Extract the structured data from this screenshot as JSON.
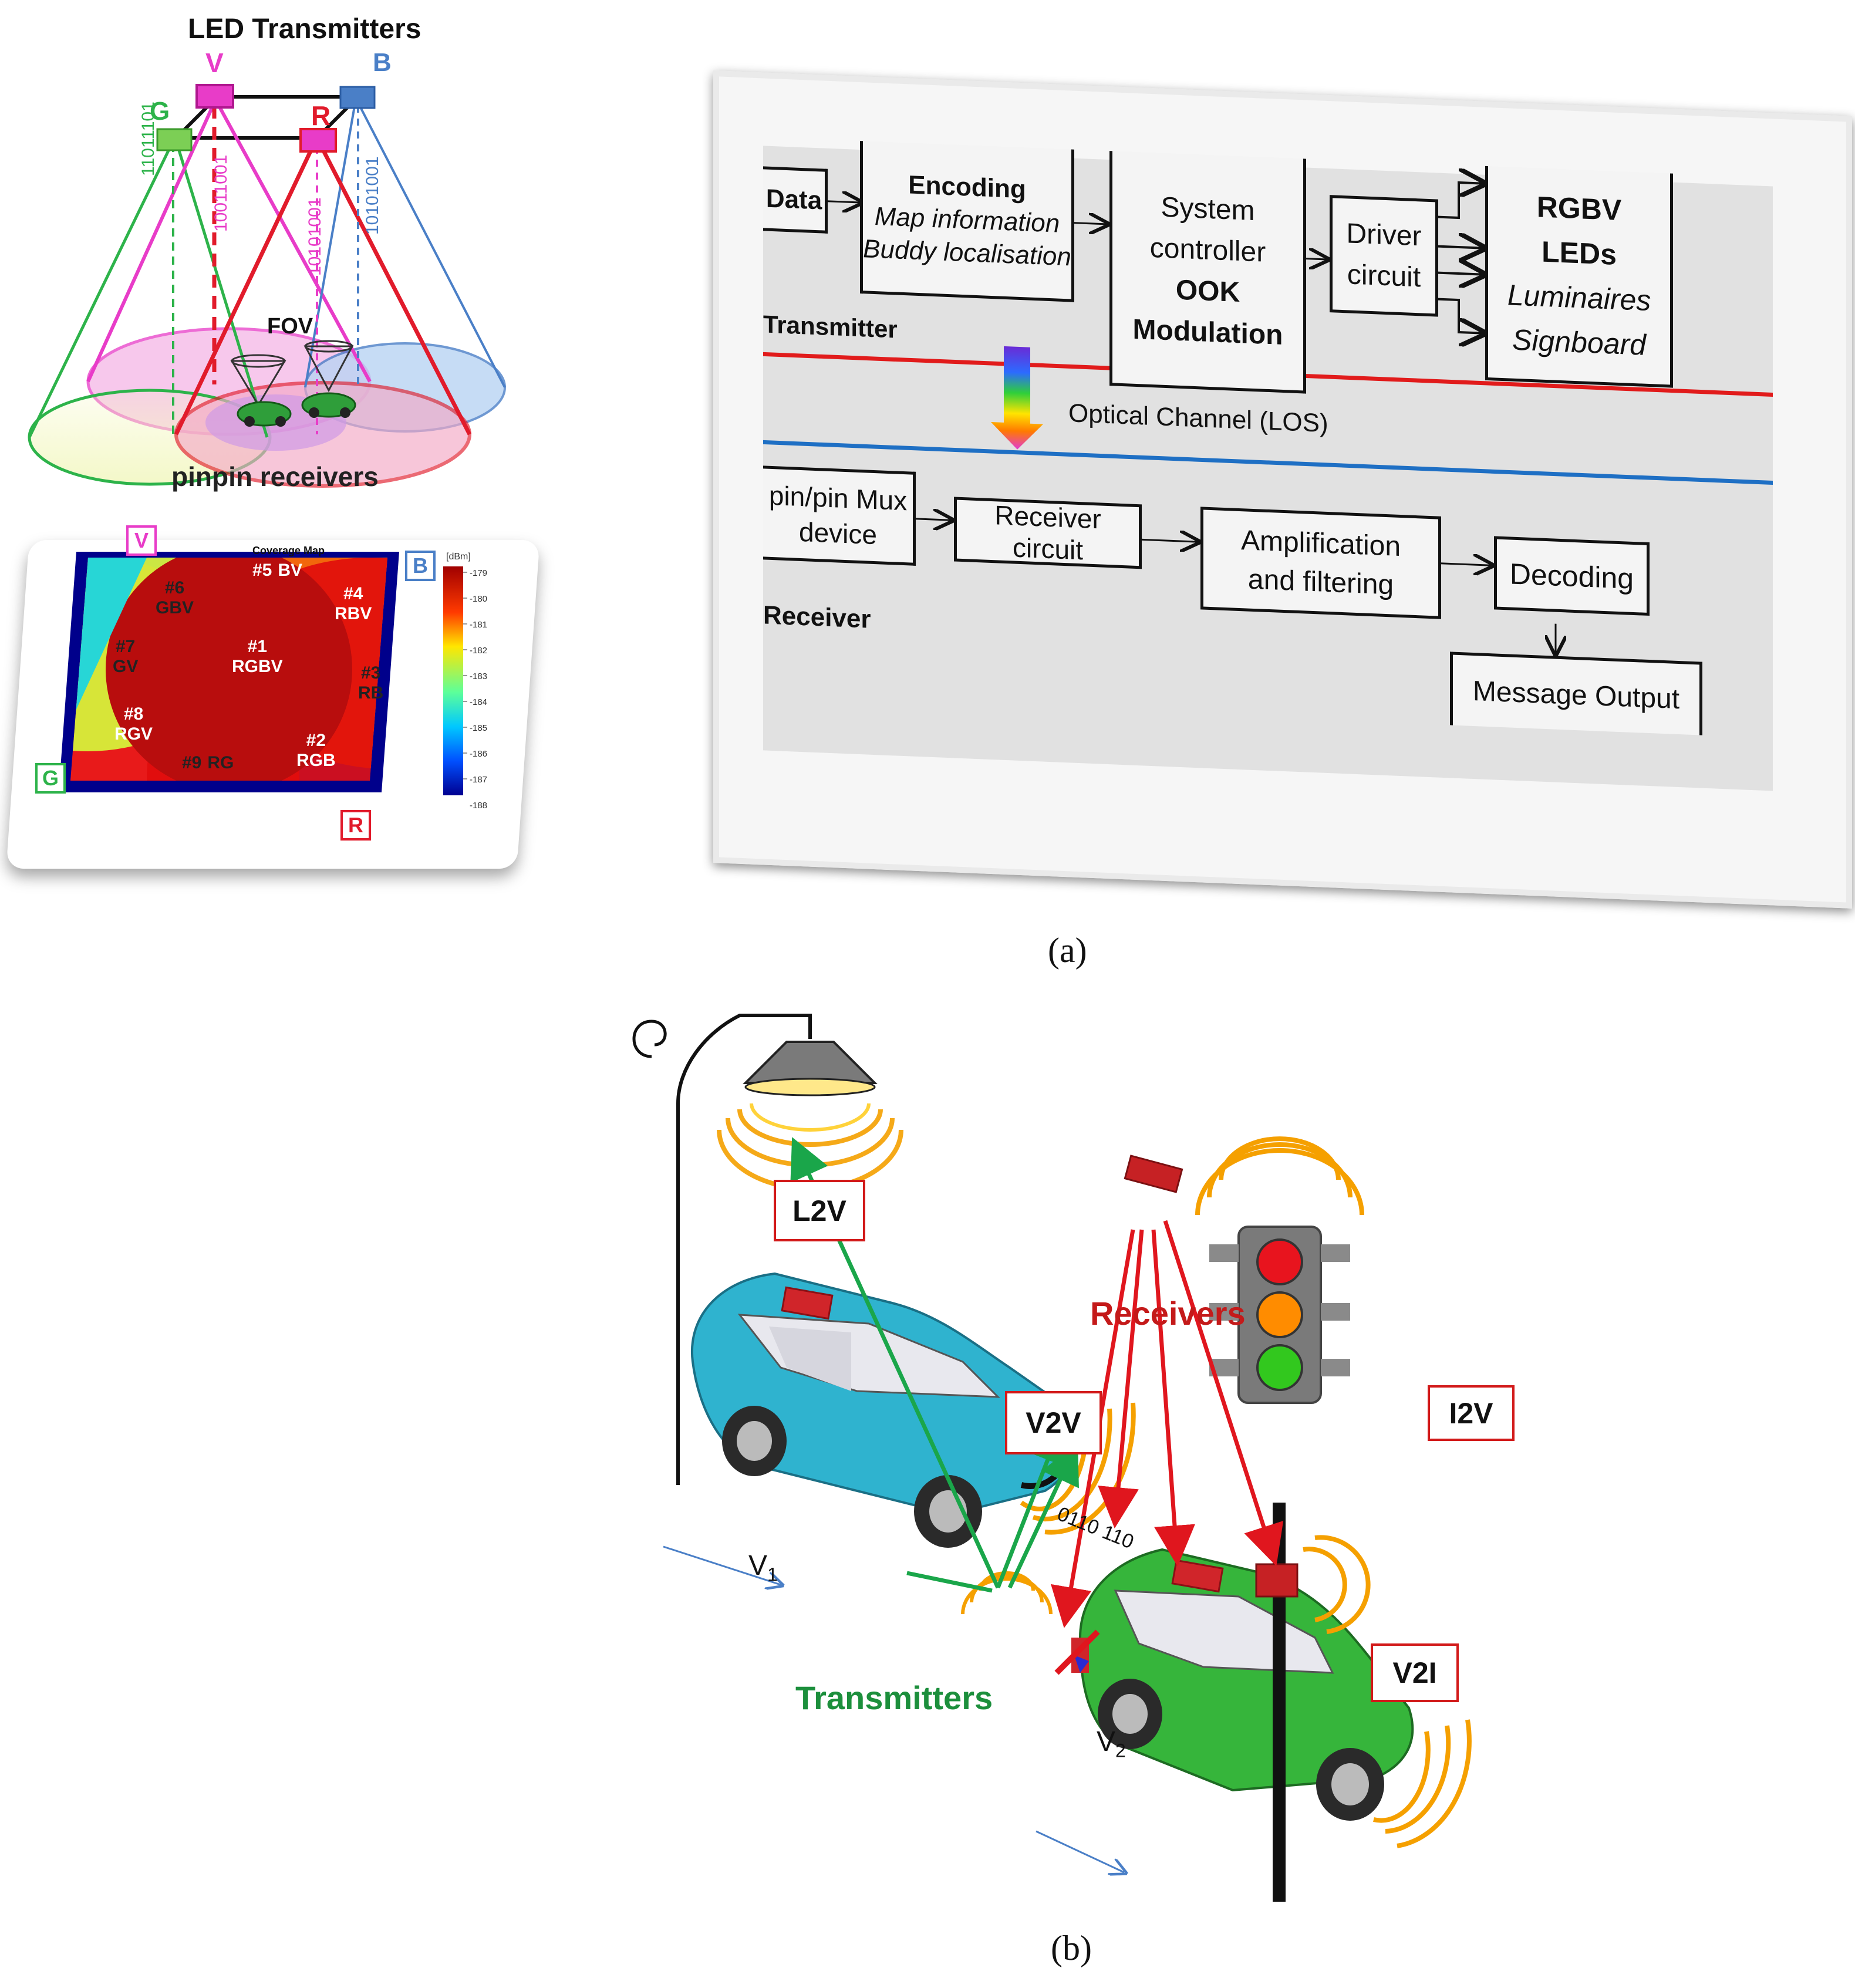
{
  "panel_a": {
    "transmitters_title": "LED Transmitters",
    "tx": {
      "V": {
        "label": "V",
        "code": "10011001",
        "color": "#e83cc8"
      },
      "B": {
        "label": "B",
        "code": "10101001",
        "color": "#4a7fc7"
      },
      "G": {
        "label": "G",
        "code": "11011101",
        "color": "#2db34a"
      },
      "R": {
        "label": "R",
        "code": "10101001",
        "color": "#e11b2b"
      }
    },
    "fov_label": "FOV",
    "receivers_label": "pinpin receivers",
    "coverage_map": {
      "title": "Coverage Map",
      "unit": "[dBm]",
      "colorbar_ticks": [
        "-179",
        "-180",
        "-181",
        "-182",
        "-183",
        "-184",
        "-185",
        "-186",
        "-187",
        "-188"
      ],
      "corners": {
        "V": "V",
        "B": "B",
        "G": "G",
        "R": "R"
      },
      "regions": [
        {
          "id": "#1",
          "name": "RGBV"
        },
        {
          "id": "#2",
          "name": "RGB"
        },
        {
          "id": "#3",
          "name": "RB"
        },
        {
          "id": "#4",
          "name": "RBV"
        },
        {
          "id": "#5",
          "name": "BV"
        },
        {
          "id": "#6",
          "name": "GBV"
        },
        {
          "id": "#7",
          "name": "GV"
        },
        {
          "id": "#8",
          "name": "RGV"
        },
        {
          "id": "#9",
          "name": "RG"
        }
      ]
    },
    "block_diagram": {
      "data": "Data",
      "encoding": {
        "title": "Encoding",
        "line1": "Map information",
        "line2": "Buddy localisation"
      },
      "system": {
        "line1": "System",
        "line2": "controller",
        "line3": "OOK",
        "line4": "Modulation"
      },
      "driver": {
        "line1": "Driver",
        "line2": "circuit"
      },
      "leds": {
        "line1": "RGBV",
        "line2": "LEDs",
        "line3": "Luminaires",
        "line4": "Signboard"
      },
      "transmitter": "Transmitter",
      "channel": "Optical Channel (LOS)",
      "mux": {
        "line1": "pin/pin Mux",
        "line2": "device"
      },
      "receiver_circuit": "Receiver circuit",
      "amp": {
        "line1": "Amplification",
        "line2": "and filtering"
      },
      "decoding": "Decoding",
      "message": "Message Output",
      "receiver": "Receiver"
    },
    "caption": "(a)"
  },
  "panel_b": {
    "l2v": "L2V",
    "v2v": "V2V",
    "i2v": "I2V",
    "v2i": "V2I",
    "receivers": "Receivers",
    "transmitters": "Transmitters",
    "v1": "V",
    "v1_sub": "1",
    "v2": "V",
    "v2_sub": "2",
    "bits": "0110 110",
    "caption": "(b)"
  },
  "colors": {
    "green_arrow": "#1aa64a",
    "red_arrow": "#e0161e",
    "car1": "#2fb3cf",
    "car2": "#36b53b",
    "receivers_text": "#c41a1a",
    "transmitters_text": "#1c8f3c"
  }
}
